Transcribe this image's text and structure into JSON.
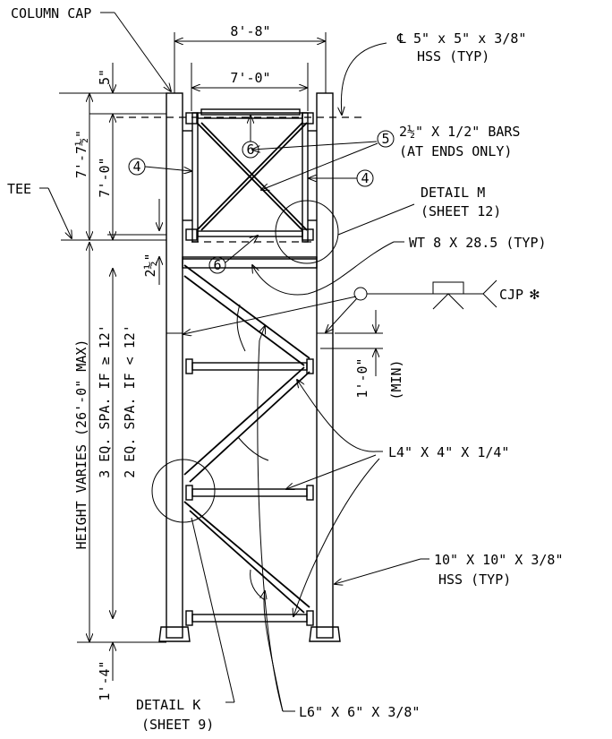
{
  "labels": {
    "column_cap": "COLUMN CAP",
    "dim_overall_width": "8'-8\"",
    "dim_inner_width": "7'-0\"",
    "centerline_symbol": "℄",
    "hss_small_line1": "5\" x 5\" x 3/8\"",
    "hss_small_line2": "HSS (TYP)",
    "dim_5in": "5\"",
    "dim_7_7half": "7'-7½\"",
    "dim_7_0_vertical": "7'-0\"",
    "tee": "TEE",
    "bars_line1": "2½\" X 1/2\" BARS",
    "bars_line2": "(AT ENDS ONLY)",
    "callout_4": "4",
    "callout_5": "5",
    "callout_6": "6",
    "detail_m_line1": "DETAIL M",
    "detail_m_line2": "(SHEET 12)",
    "wt": "WT 8 X 28.5 (TYP)",
    "dim_2half": "2½\"",
    "cjp": "CJP",
    "cjp_star": "✻",
    "height_varies": "HEIGHT VARIES (26'-0\" MAX)",
    "eq_spa_3": "3 EQ. SPA. IF ≥ 12'",
    "eq_spa_2": "2 EQ. SPA. IF < 12'",
    "dim_1_0_min": "1'-0\"",
    "min": "(MIN)",
    "angle_small": "L4\" X 4\" X 1/4\"",
    "hss_large_line1": "10\" X 10\" X 3/8\"",
    "hss_large_line2": "HSS (TYP)",
    "dim_1_4": "1'-4\"",
    "detail_k_line1": "DETAIL K",
    "detail_k_line2": "(SHEET 9)",
    "angle_large": "L6\" X 6\" X 3/8\""
  }
}
